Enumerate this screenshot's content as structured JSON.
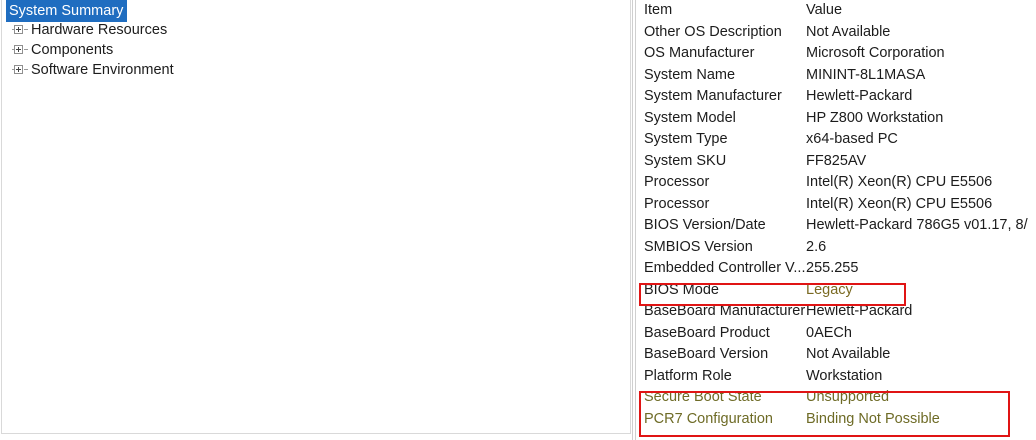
{
  "tree": {
    "root": {
      "label": "System Summary",
      "selected": true
    },
    "items": [
      {
        "label": "Hardware Resources"
      },
      {
        "label": "Components"
      },
      {
        "label": "Software Environment"
      }
    ]
  },
  "list": {
    "columns": {
      "item": "Item",
      "value": "Value"
    },
    "rows": [
      {
        "item": "Other OS Description",
        "value": "Not Available"
      },
      {
        "item": "OS Manufacturer",
        "value": "Microsoft Corporation"
      },
      {
        "item": "System Name",
        "value": "MININT-8L1MASA"
      },
      {
        "item": "System Manufacturer",
        "value": "Hewlett-Packard"
      },
      {
        "item": "System Model",
        "value": "HP Z800 Workstation"
      },
      {
        "item": "System Type",
        "value": "x64-based PC"
      },
      {
        "item": "System SKU",
        "value": "FF825AV"
      },
      {
        "item": "Processor",
        "value": "Intel(R) Xeon(R) CPU           E5506"
      },
      {
        "item": "Processor",
        "value": "Intel(R) Xeon(R) CPU           E5506"
      },
      {
        "item": "BIOS Version/Date",
        "value": "Hewlett-Packard 786G5 v01.17, 8/"
      },
      {
        "item": "SMBIOS Version",
        "value": "2.6"
      },
      {
        "item": "Embedded Controller V...",
        "value": "255.255"
      },
      {
        "item": "BIOS Mode",
        "value": "Legacy"
      },
      {
        "item": "BaseBoard Manufacturer",
        "value": "Hewlett-Packard"
      },
      {
        "item": "BaseBoard Product",
        "value": "0AECh"
      },
      {
        "item": "BaseBoard Version",
        "value": "Not Available"
      },
      {
        "item": "Platform Role",
        "value": "Workstation"
      },
      {
        "item": "Secure Boot State",
        "value": "Unsupported"
      },
      {
        "item": "PCR7 Configuration",
        "value": "Binding Not Possible"
      }
    ]
  },
  "colors": {
    "selection": "#1f6dc0",
    "highlight_text": "#6e6b26",
    "annotation_box": "#e01414"
  }
}
